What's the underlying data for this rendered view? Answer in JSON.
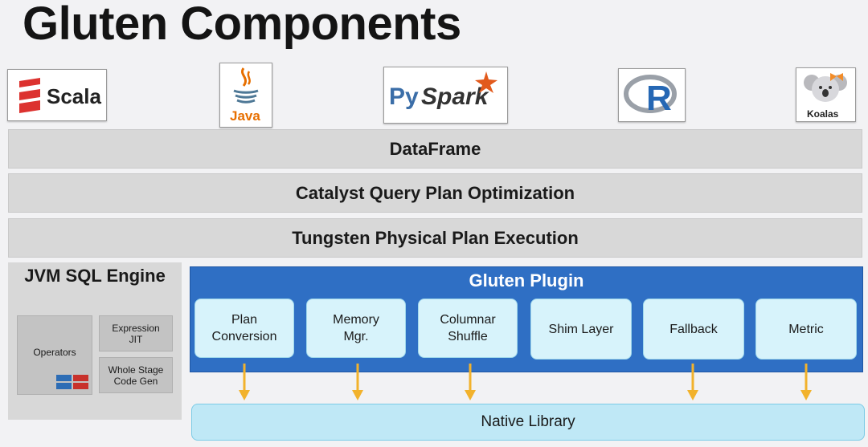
{
  "title": "Gluten Components",
  "languages": {
    "scala": "Scala",
    "java": "Java",
    "pyspark_py": "Py",
    "pyspark_spark": "Spark",
    "r": "R",
    "koalas": "Koalas"
  },
  "layers": {
    "dataframe": "DataFrame",
    "catalyst": "Catalyst Query Plan Optimization",
    "tungsten": "Tungsten Physical Plan Execution"
  },
  "jvm": {
    "title": "JVM SQL Engine",
    "operators": "Operators",
    "expression_jit": "Expression JIT",
    "whole_stage": "Whole Stage Code Gen"
  },
  "plugin": {
    "title": "Gluten Plugin",
    "modules": [
      "Plan Conversion",
      "Memory Mgr.",
      "Columnar Shuffle",
      "Shim Layer",
      "Fallback",
      "Metric"
    ]
  },
  "native": "Native Library",
  "colors": {
    "plugin_blue": "#2f6fc4",
    "module_fill": "#d7f3fb",
    "arrow": "#f2b22c",
    "scala_red": "#dc322f",
    "pyspark_blue": "#3b6ea8",
    "spark_orange": "#e25a1c"
  }
}
